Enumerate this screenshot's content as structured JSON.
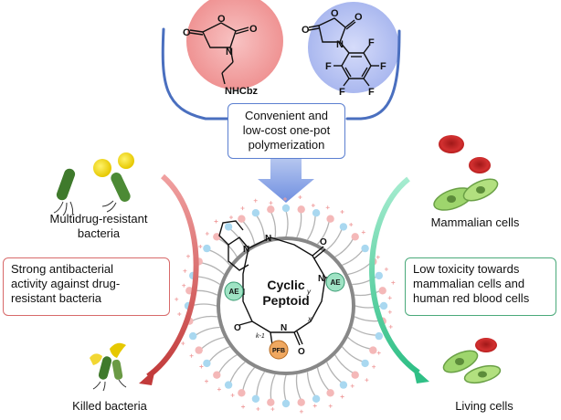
{
  "top_box": {
    "lines": [
      "Convenient and",
      "low-cost one-pot",
      "polymerization"
    ]
  },
  "monomer_left": {
    "substituent": "NHCbz",
    "atom_n": "N",
    "atom_o": "O"
  },
  "monomer_right": {
    "atom_n": "N",
    "atom_o": "O",
    "fluorine": "F"
  },
  "left": {
    "top_label": [
      "Multidrug-resistant",
      "bacteria"
    ],
    "box_lines": [
      "Strong antibacterial",
      "activity against drug-",
      "resistant bacteria"
    ],
    "bottom_label": "Killed bacteria"
  },
  "right": {
    "top_label": "Mammalian cells",
    "box_lines": [
      "Low toxicity towards",
      "mammalian cells and",
      "human red blood cells"
    ],
    "bottom_label": "Living cells"
  },
  "center": {
    "title_lines": [
      "Cyclic",
      "Peptoid"
    ],
    "tag_ae": "AE",
    "tag_pfb": "PFB",
    "atom_n": "N",
    "atom_o": "O",
    "sub_x": "x",
    "sub_y": "y",
    "sub_k": "k-1"
  },
  "colors": {
    "left_accent": "#d85c5c",
    "right_accent": "#4cc99a",
    "bracket": "#4a6fbf",
    "arrow_down": "#8ea6e6",
    "red_blob": "#f2a3a3",
    "blue_blob": "#b9c5f3",
    "box_border_top": "#5b7fd0",
    "box_border_left": "#d86a6a",
    "box_border_right": "#4aaa7a",
    "ae_fill": "#9fe3c4",
    "pfb_fill": "#f0a860"
  }
}
